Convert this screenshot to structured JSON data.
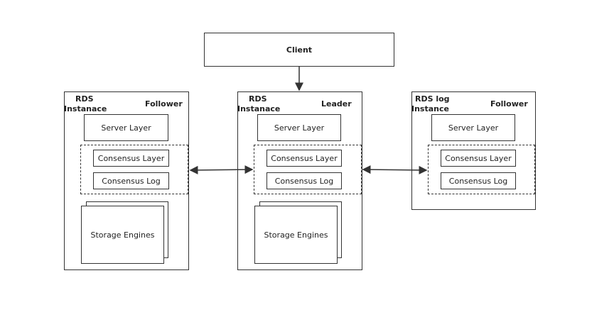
{
  "client": {
    "label": "Client"
  },
  "nodes": [
    {
      "title": [
        "RDS",
        "Instanace"
      ],
      "role": "Follower",
      "server_layer": "Server Layer",
      "consensus_layer": "Consensus Layer",
      "consensus_log": "Consensus Log",
      "storage": "Storage Engines"
    },
    {
      "title": [
        "RDS",
        "Instanace"
      ],
      "role": "Leader",
      "server_layer": "Server Layer",
      "consensus_layer": "Consensus Layer",
      "consensus_log": "Consensus Log",
      "storage": "Storage Engines"
    },
    {
      "title": [
        "RDS log",
        "Instance"
      ],
      "role": "Follower",
      "server_layer": "Server Layer",
      "consensus_layer": "Consensus Layer",
      "consensus_log": "Consensus Log"
    }
  ],
  "colors": {
    "line": "#333333",
    "background": "#ffffff"
  }
}
